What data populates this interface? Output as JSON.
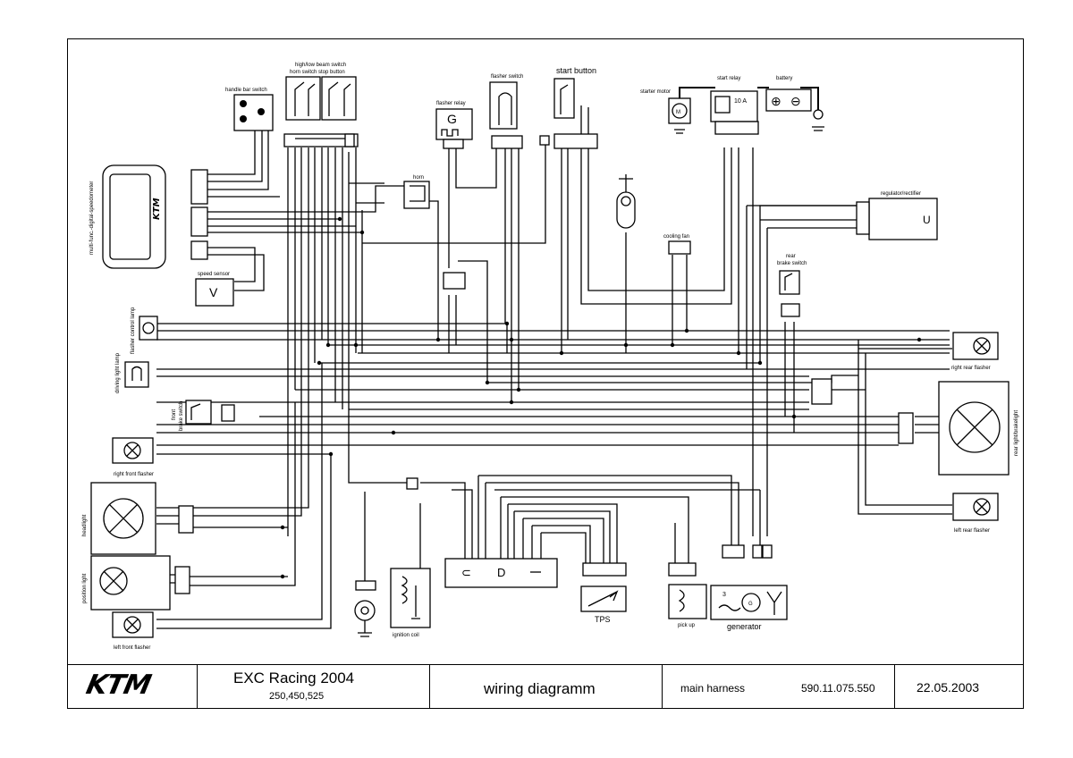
{
  "components": {
    "handle_bar_switch": "handle bar switch",
    "beam_switch_line1": "high/low beam switch",
    "beam_switch_line2": "horn switch  stop button",
    "flasher_switch": "flasher switch",
    "start_button": "start button",
    "starter_motor": "starter motor",
    "start_relay": "start relay",
    "battery": "battery",
    "flasher_relay": "flasher relay",
    "flasher_relay_symbol": "G",
    "horn": "horn",
    "speedometer": "multi-func.-digital-speedometer",
    "speed_sensor": "speed sensor",
    "speed_sensor_symbol": "V",
    "regulator": "regulator/rectifier",
    "regulator_symbol": "U",
    "cooling_fan": "cooling fan",
    "rear_brake_switch_line1": "rear",
    "rear_brake_switch_line2": "brake switch",
    "flasher_control_lamp": "flasher control lamp",
    "driving_light_lamp": "driving light lamp",
    "front_brake_switch_line1": "front",
    "front_brake_switch_line2": "brake switch",
    "right_front_flasher": "right front flasher",
    "headlight": "headlight",
    "position_light": "position light",
    "left_front_flasher": "left front flasher",
    "right_rear_flasher": "right rear flasher",
    "rear_light": "rear light/brakelight",
    "left_rear_flasher": "left rear flasher",
    "ignition_coil": "ignition coil",
    "tps": "TPS",
    "pick_up": "pick up",
    "generator": "generator",
    "relay_rating": "10 A",
    "generator_phase": "3"
  },
  "title_block": {
    "logo": "KTM",
    "model": "EXC Racing 2004",
    "variants": "250,450,525",
    "document": "wiring diagramm",
    "harness": "main harness",
    "part_number": "590.11.075.550",
    "date": "22.05.2003"
  }
}
